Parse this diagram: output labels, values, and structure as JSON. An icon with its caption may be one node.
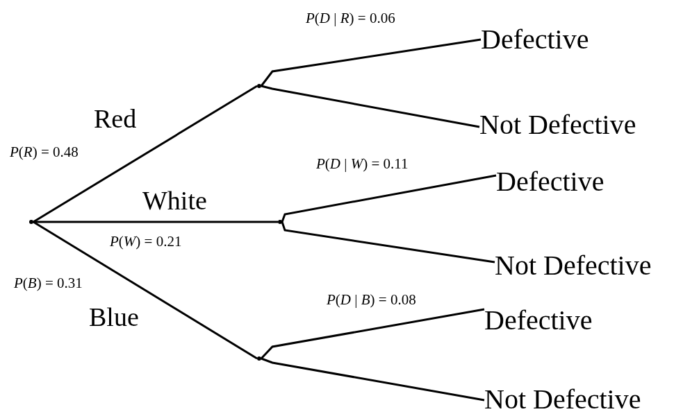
{
  "diagram": {
    "nodes": [
      {
        "text": [],
        "shape": "point"
      },
      {
        "text": [],
        "shape": "point"
      },
      {
        "text": [],
        "shape": "point"
      },
      {
        "text": [],
        "shape": "point"
      },
      {
        "text": [
          "Defective"
        ]
      },
      {
        "text": [
          "Not Defective"
        ]
      },
      {
        "text": [
          "Defective"
        ]
      },
      {
        "text": [
          "Not Defective"
        ]
      },
      {
        "text": [
          "Defective"
        ]
      },
      {
        "text": [
          "Not Defective"
        ]
      }
    ],
    "edges": [
      {
        "from": 0,
        "to": 1,
        "arrow": "none",
        "label": "Red"
      },
      {
        "from": 0,
        "to": 2,
        "arrow": "none",
        "label": "White"
      },
      {
        "from": 0,
        "to": 3,
        "arrow": "none",
        "label": "Blue"
      },
      {
        "from": 1,
        "to": 4,
        "arrow": "none",
        "label": "*P*(*D* | *R*) = 0.06"
      },
      {
        "from": 1,
        "to": 5,
        "arrow": "none"
      },
      {
        "from": 2,
        "to": 6,
        "arrow": "none",
        "label": "*P*(*D* | *W*) = 0.11"
      },
      {
        "from": 2,
        "to": 7,
        "arrow": "none"
      },
      {
        "from": 3,
        "to": 8,
        "arrow": "none",
        "label": "*P*(*D* | *B*) = 0.08"
      },
      {
        "from": 3,
        "to": 9,
        "arrow": "none"
      }
    ],
    "labels": [
      "*P*(*R*) = 0.48",
      "*P*(*W*) = 0.21",
      "*P*(*B*) = 0.31"
    ]
  }
}
